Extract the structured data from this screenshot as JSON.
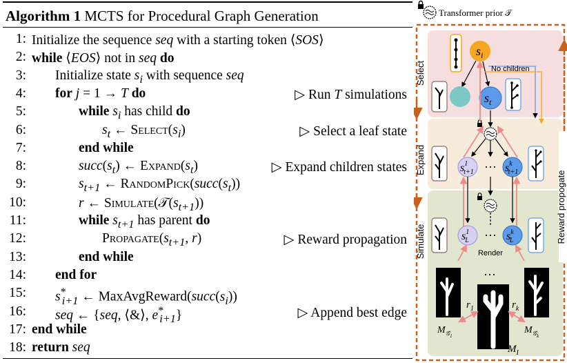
{
  "algorithm": {
    "label": "Algorithm 1",
    "title": "MCTS for Procedural Graph Generation",
    "lines": [
      {
        "n": "1:",
        "indent": 0,
        "html": "Initialize the sequence <i>seq</i> with a starting token ⟨<i>SOS</i>⟩",
        "comment": ""
      },
      {
        "n": "2:",
        "indent": 0,
        "html": "<b>while</b> ⟨<i>EOS</i>⟩ not in <i>seq</i> <b>do</b>",
        "comment": ""
      },
      {
        "n": "3:",
        "indent": 1,
        "html": "Initialize state <i>s<sub>i</sub></i> with sequence <i>seq</i>",
        "comment": ""
      },
      {
        "n": "4:",
        "indent": 1,
        "html": "<b>for</b> <i>j</i> = 1 → <i>T</i> <b>do</b>",
        "comment": "▷ Run <i>T</i> simulations"
      },
      {
        "n": "5:",
        "indent": 2,
        "html": "<b>while</b> <i>s<sub>i</sub></i> has child <b>do</b>",
        "comment": ""
      },
      {
        "n": "6:",
        "indent": 3,
        "html": "<i>s<sub>t</sub></i> ← <span class=\"sc\">Select</span>(<i>s<sub>i</sub></i>)",
        "comment": "▷ Select a leaf state"
      },
      {
        "n": "7:",
        "indent": 2,
        "html": "<b>end while</b>",
        "comment": ""
      },
      {
        "n": "8:",
        "indent": 2,
        "html": "<i>succ</i>(<i>s<sub>t</sub></i>) ← <span class=\"sc\">Expand</span>(<i>s<sub>t</sub></i>)",
        "comment": "▷ Expand children states"
      },
      {
        "n": "9:",
        "indent": 2,
        "html": "<i>s<sub>t+1</sub></i> ← <span class=\"sc\">RandomPick</span>(<i>succ</i>(<i>s<sub>t</sub></i>))",
        "comment": ""
      },
      {
        "n": "10:",
        "indent": 2,
        "html": "<i>r</i> ← <span class=\"sc\">Simulate</span>(𝒯(<i>s<sub>t+1</sub></i>))",
        "comment": ""
      },
      {
        "n": "11:",
        "indent": 2,
        "html": "<b>while</b> <i>s<sub>t+1</sub></i> has parent <b>do</b>",
        "comment": ""
      },
      {
        "n": "12:",
        "indent": 3,
        "html": "<span class=\"sc\">Propagate</span>(<i>s<sub>t+1</sub></i>, <i>r</i>)",
        "comment": "▷ Reward propagation"
      },
      {
        "n": "13:",
        "indent": 2,
        "html": "<b>end while</b>",
        "comment": ""
      },
      {
        "n": "14:",
        "indent": 1,
        "html": "<b>end for</b>",
        "comment": ""
      },
      {
        "n": "15:",
        "indent": 1,
        "html": "<i>s</i><sup>*</sup><sub style=\"margin-left:-6px\"><i>i+1</i></sub> ← MaxAvgReward(<i>succ</i>(<i>s<sub>i</sub></i>))",
        "comment": ""
      },
      {
        "n": "16:",
        "indent": 1,
        "html": "<i>seq</i> ← {<i>seq</i>, ⟨&amp;⟩, <i>e</i><sup>*</sup><sub style=\"margin-left:-6px\"><i>i+1</i></sub>}",
        "comment": "▷ Append best edge"
      },
      {
        "n": "17:",
        "indent": 0,
        "html": "<b>end while</b>",
        "comment": ""
      },
      {
        "n": "18:",
        "indent": 0,
        "html": "<b>return</b> <i>seq</i>",
        "comment": ""
      }
    ]
  },
  "figure": {
    "prior_label": "Transformer prior 𝒯",
    "stage_select": "Select",
    "stage_expand": "Expand",
    "stage_simulate": "Simulate",
    "reward_label": "Reward propogate",
    "no_children": "No children",
    "render": "Render",
    "node_si": "s",
    "node_si_sub": "i",
    "node_st": "s",
    "node_st_sub": "t",
    "ellipsis": "···",
    "r1": "r",
    "r1_sub": "1",
    "rk": "r",
    "rk_sub": "k",
    "mi": "M",
    "mi_sub": "I",
    "colors": {
      "select_bg": "#f7dede",
      "expand_bg": "#f7ecdc",
      "simulate_bg": "#e3e6cf",
      "dashed": "#c8601e",
      "orange_node": "#f5a623",
      "blue_node": "#5b9bea",
      "teal_node": "#7cc8c8",
      "lavender_node": "#d6d0f2",
      "pink_arrow": "#ee8a8a"
    }
  }
}
